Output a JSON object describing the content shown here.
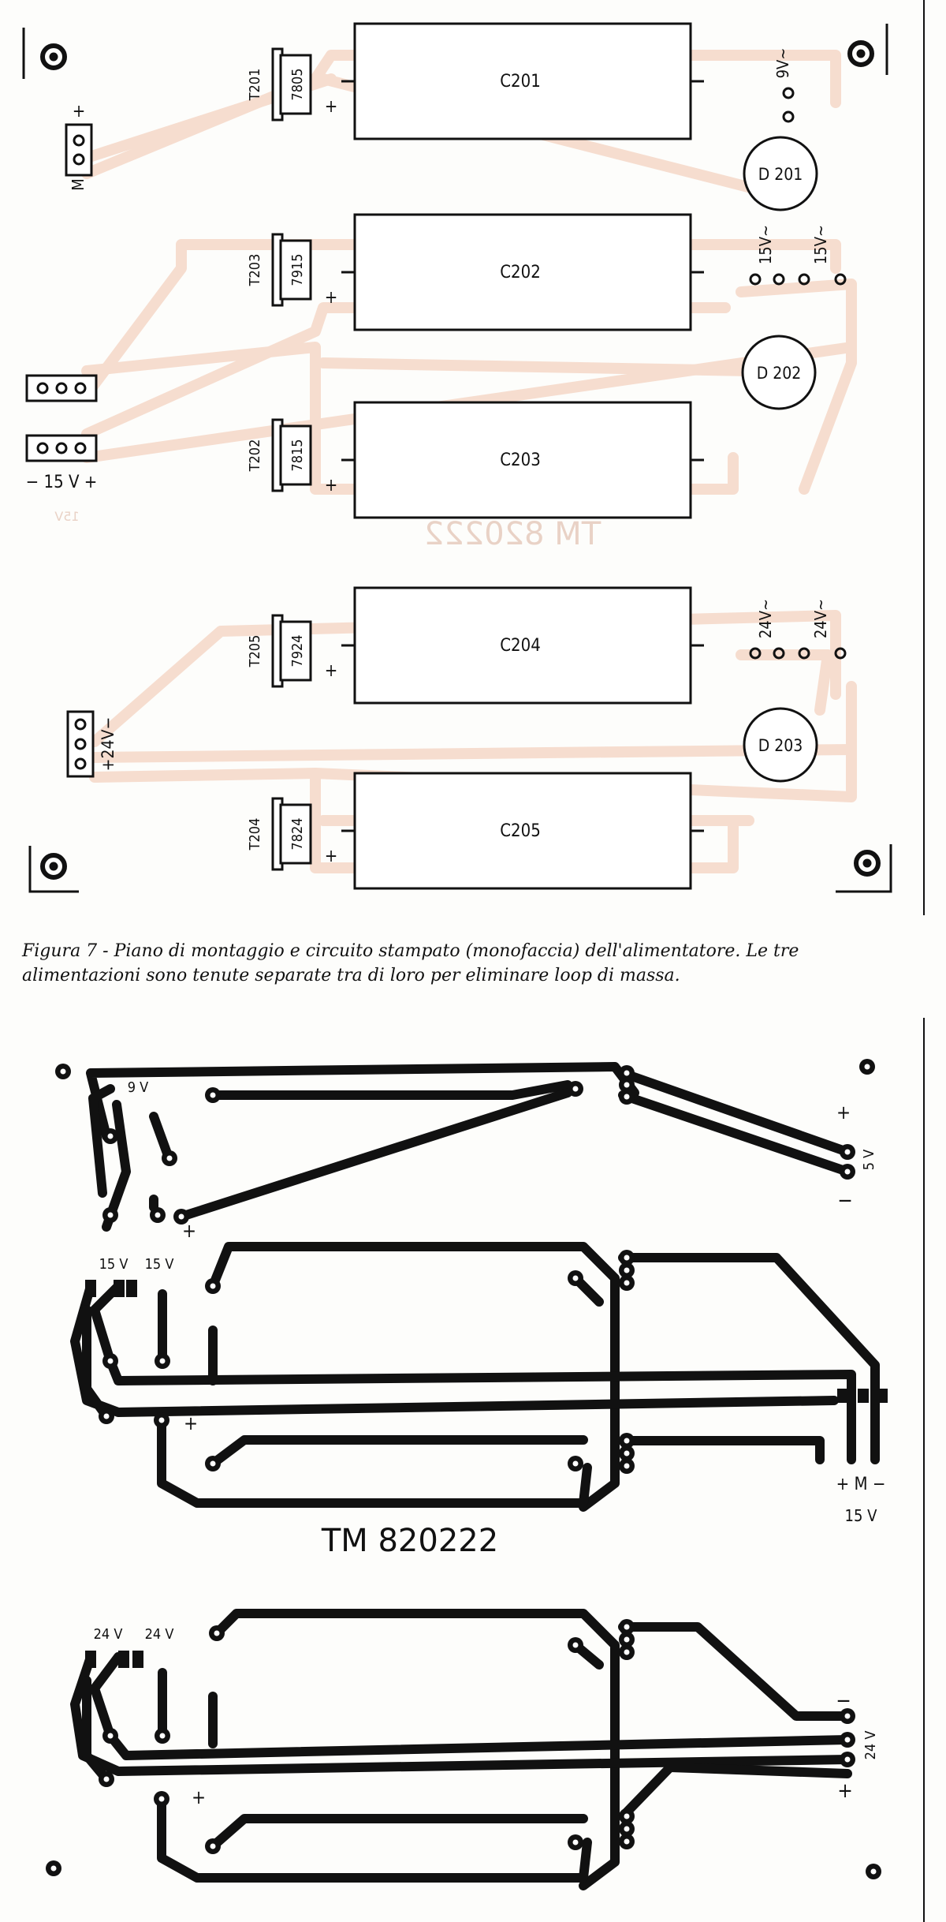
{
  "colors": {
    "ink": "#111111",
    "trace_ghost": "#f6ddcf",
    "paper": "#fdfdfb"
  },
  "layout": {
    "capacitors": [
      "C201",
      "C202",
      "C203",
      "C204",
      "C205"
    ],
    "regulators": [
      "T201",
      "T203",
      "T202",
      "T205",
      "T204"
    ],
    "regulator_values": [
      "7805",
      "7915",
      "7815",
      "7924",
      "7824"
    ],
    "diodes": [
      "D 201",
      "D 202",
      "D 203"
    ],
    "plus": "+",
    "minus": "−",
    "ac_9": "9V~",
    "ac_15": "15V~",
    "ac_24": "24V~",
    "out_5v_pins": "M  +",
    "out_15v_label": "− 15 V +",
    "out_24v_label": "+24V−",
    "mirror_text": "TM 820222",
    "mirror_15v": "15V"
  },
  "caption": "Figura 7 - Piano di montaggio e circuito stampato (monofaccia) dell'alimentatore. Le tre alimentazioni sono tenute separate tra di loro per eliminare loop di massa.",
  "pcb": {
    "title": "TM 820222",
    "label_9v": "9 V",
    "label_15v": "15 V",
    "label_24v": "24 V",
    "label_5v": "5 V",
    "plus": "+",
    "minus": "−",
    "out_15v_pins": "+ M −",
    "out_15v_unit": "15 V"
  }
}
